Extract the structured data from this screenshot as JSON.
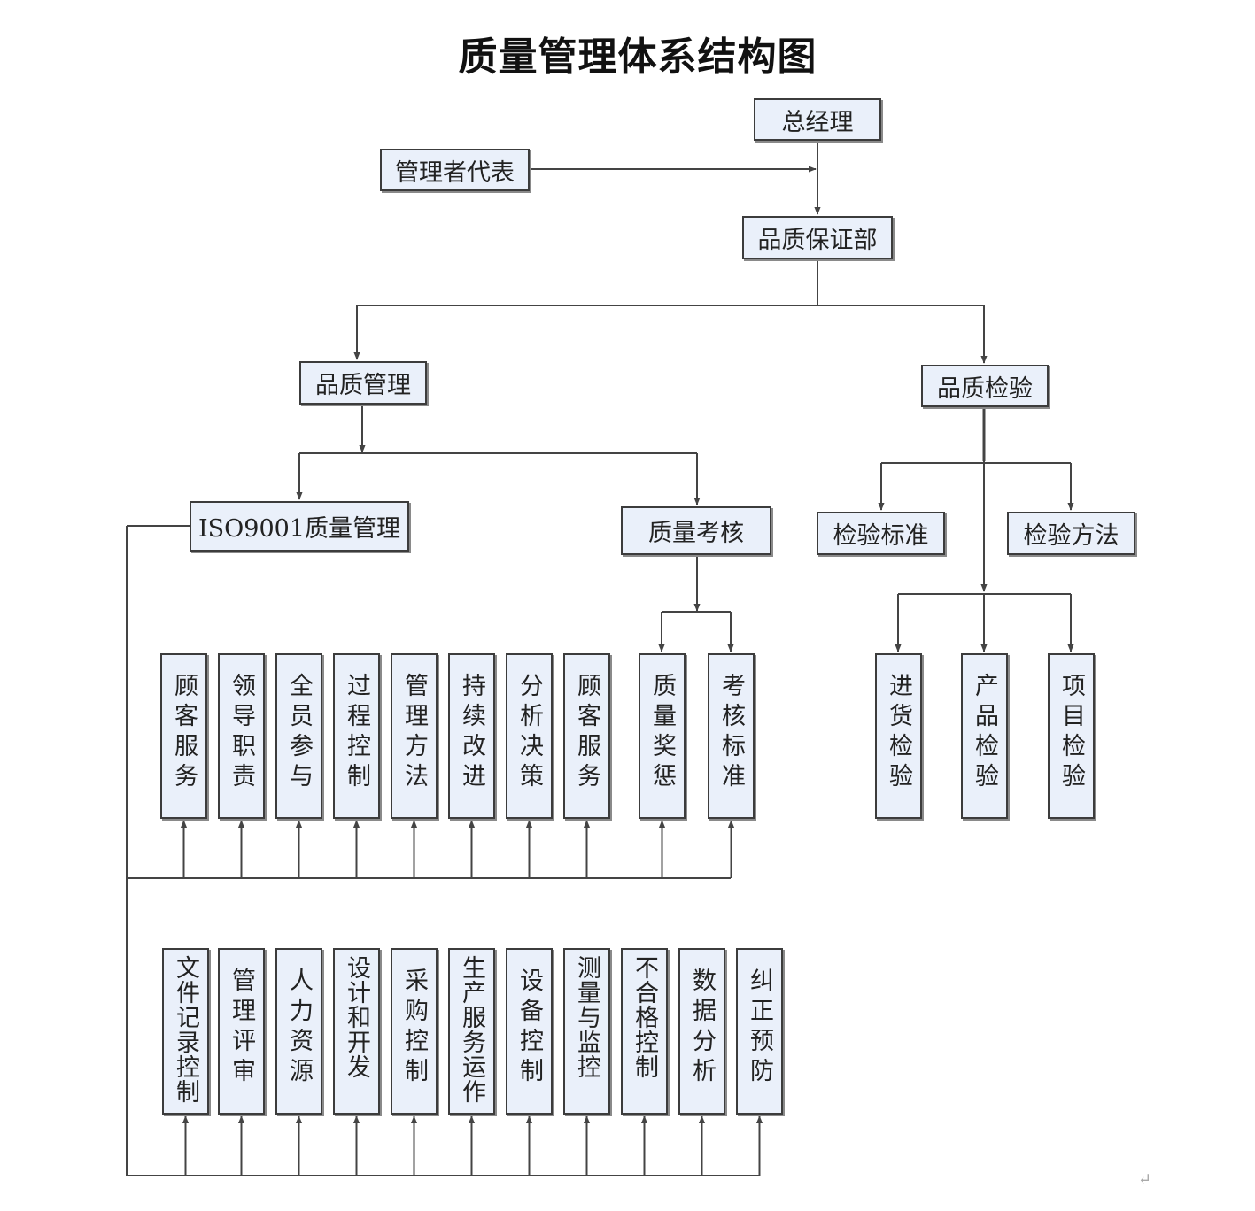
{
  "title": "质量管理体系结构图",
  "nodes": {
    "general_manager": "总经理",
    "management_rep": "管理者代表",
    "qa_dept": "品质保证部",
    "quality_mgmt": "品质管理",
    "quality_inspection": "品质检验",
    "iso9001": "ISO9001质量管理",
    "quality_assessment": "质量考核",
    "inspection_standard": "检验标准",
    "inspection_method": "检验方法"
  },
  "row1_items": [
    "顾客服务",
    "领导职责",
    "全员参与",
    "过程控制",
    "管理方法",
    "持续改进",
    "分析决策",
    "顾客服务",
    "质量奖惩",
    "考核标准"
  ],
  "inspection_items": [
    "进货检验",
    "产品检验",
    "项目检验"
  ],
  "row2_items": [
    "文件记录控制",
    "管理评审",
    "人力资源",
    "设计和开发",
    "采购控制",
    "生产服务运作",
    "设备控制",
    "测量与监控",
    "不合格控制",
    "数据分析",
    "纠正预防"
  ],
  "return_mark": "↵",
  "colors": {
    "box_fill": "#eaf0fa",
    "border": "#3c3c3c",
    "line": "#444444"
  }
}
